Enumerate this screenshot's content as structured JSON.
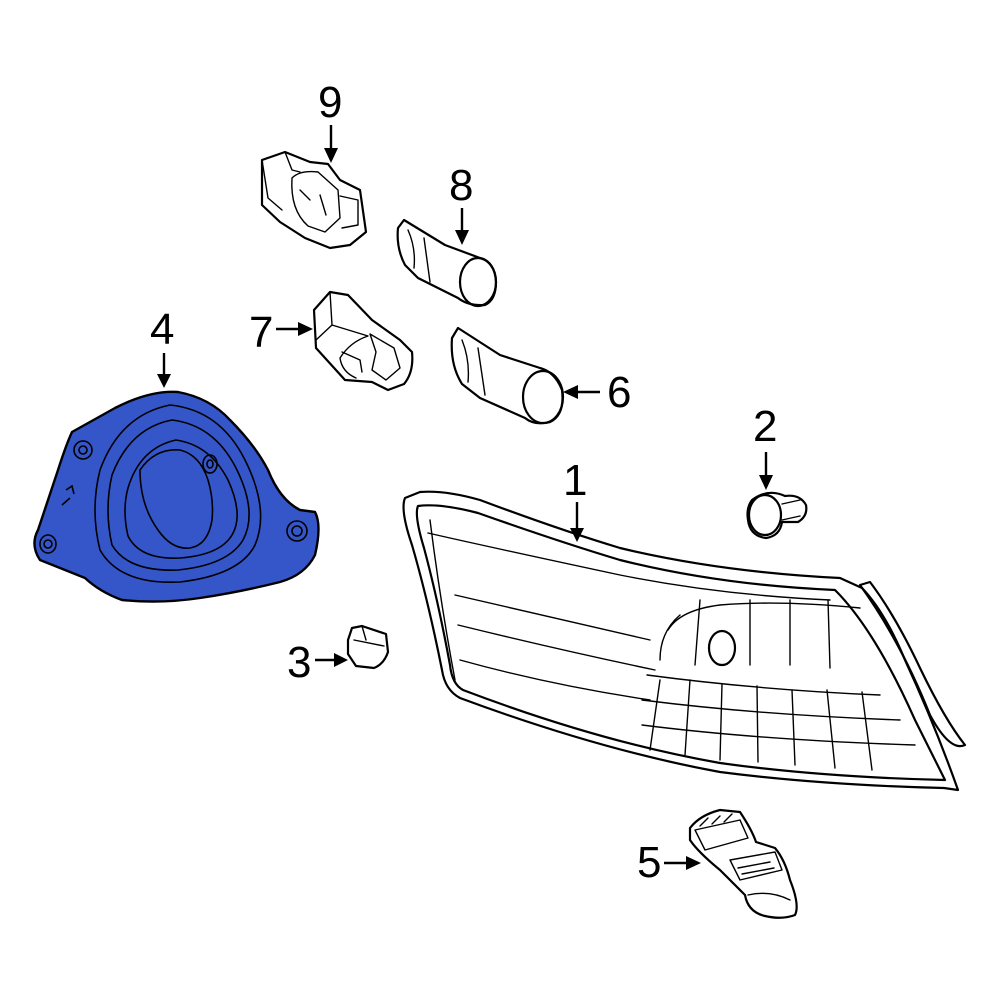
{
  "diagram": {
    "highlight_color": "#3556c8",
    "callouts": [
      {
        "id": "1",
        "part": "lens-housing"
      },
      {
        "id": "2",
        "part": "push-clip"
      },
      {
        "id": "3",
        "part": "retainer-clip"
      },
      {
        "id": "4",
        "part": "gasket"
      },
      {
        "id": "5",
        "part": "bracket"
      },
      {
        "id": "6",
        "part": "bulb-large"
      },
      {
        "id": "7",
        "part": "socket-small"
      },
      {
        "id": "8",
        "part": "bulb-small"
      },
      {
        "id": "9",
        "part": "socket-large"
      }
    ]
  }
}
